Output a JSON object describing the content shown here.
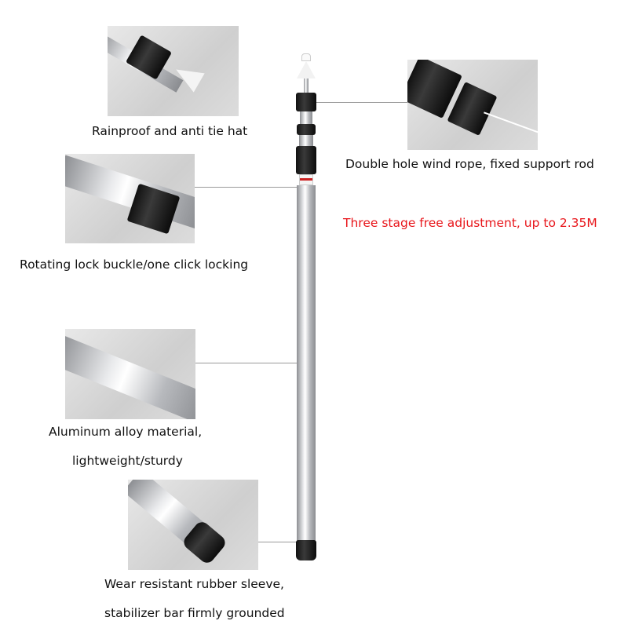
{
  "captions": {
    "hat": "Rainproof and anti tie hat",
    "wind_rope": "Double hole wind rope, fixed support rod",
    "adjustment": "Three stage free adjustment, up to 2.35M",
    "lock": "Rotating lock buckle/one click locking",
    "aluminum_line1": "Aluminum alloy material,",
    "aluminum_line2": "lightweight/sturdy",
    "rubber_line1": "Wear resistant rubber sleeve,",
    "rubber_line2": "stabilizer bar firmly grounded"
  },
  "colors": {
    "highlight": "#e8161b"
  }
}
